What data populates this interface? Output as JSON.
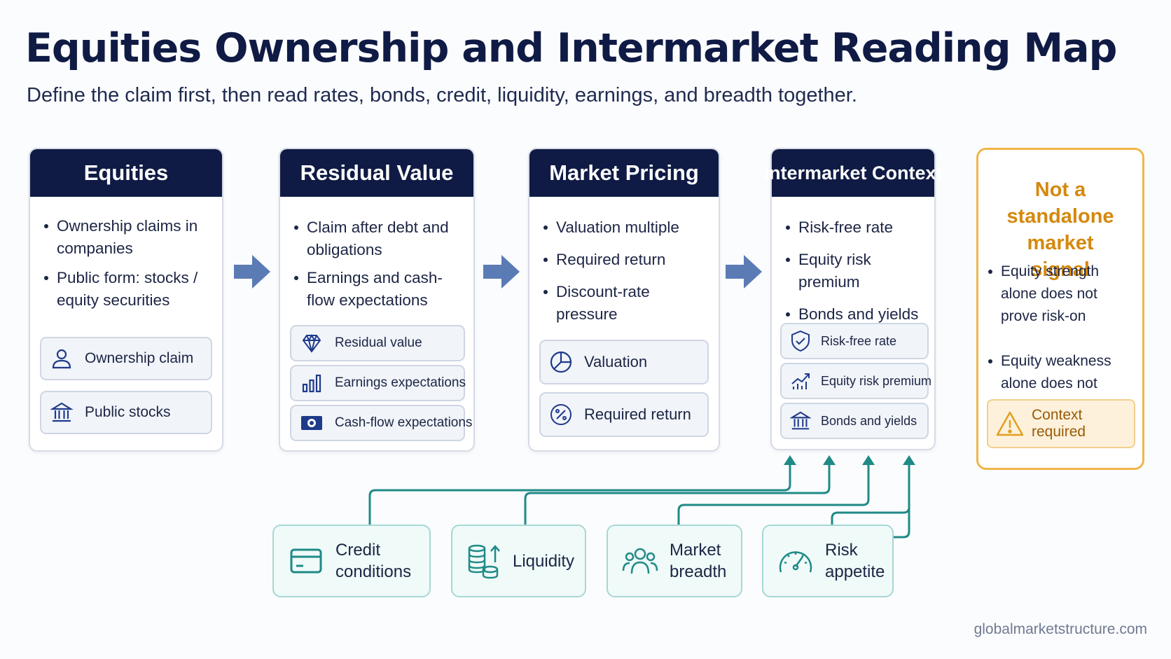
{
  "header": {
    "title": "Equities Ownership and Intermarket Reading Map",
    "subtitle": "Define the claim first, then read rates, bonds, credit, liquidity, earnings, and breadth together."
  },
  "cards": [
    {
      "title": "Equities",
      "bullets": [
        "Ownership claims in companies",
        "Public form: stocks / equity securities"
      ],
      "chips": [
        {
          "label": "Ownership claim",
          "icon": "person-icon"
        },
        {
          "label": "Public stocks",
          "icon": "bank-icon"
        }
      ]
    },
    {
      "title": "Residual Value",
      "bullets": [
        "Claim after debt and obligations",
        "Earnings and cash-flow expectations"
      ],
      "chips": [
        {
          "label": "Residual value",
          "icon": "diamond-icon"
        },
        {
          "label": "Earnings expectations",
          "icon": "bar-chart-icon"
        },
        {
          "label": "Cash-flow expectations",
          "icon": "banknote-icon"
        }
      ]
    },
    {
      "title": "Market Pricing",
      "bullets": [
        "Valuation multiple",
        "Required return",
        "Discount-rate pressure"
      ],
      "chips": [
        {
          "label": "Valuation",
          "icon": "pie-chart-icon"
        },
        {
          "label": "Required return",
          "icon": "percent-icon"
        }
      ]
    },
    {
      "title": "Intermarket Context",
      "bullets": [
        "Risk-free rate",
        "Equity risk premium",
        "Bonds and yields"
      ],
      "chips": [
        {
          "label": "Risk-free rate",
          "icon": "shield-check-icon"
        },
        {
          "label": "Equity risk premium",
          "icon": "trend-up-icon"
        },
        {
          "label": "Bonds and yields",
          "icon": "bank-icon"
        }
      ]
    }
  ],
  "caution": {
    "title": "Not a standalone market signal",
    "bullets": [
      "Equity strength alone does not prove risk-on",
      "Equity weakness alone does not prove recession"
    ],
    "chip": {
      "label": "Context required",
      "icon": "warning-icon"
    }
  },
  "factors": [
    {
      "label": "Credit\nconditions",
      "icon": "credit-card-icon"
    },
    {
      "label": "Liquidity",
      "icon": "coins-icon"
    },
    {
      "label": "Market\nbreadth",
      "icon": "people-icon"
    },
    {
      "label": "Risk\nappetite",
      "icon": "gauge-icon"
    }
  ],
  "footer": {
    "site": "globalmarketstructure.com"
  },
  "colors": {
    "navy": "#0f1b44",
    "arrow": "#5b7bb5",
    "teal": "#1f8a86",
    "amber": "#f0b64a"
  }
}
